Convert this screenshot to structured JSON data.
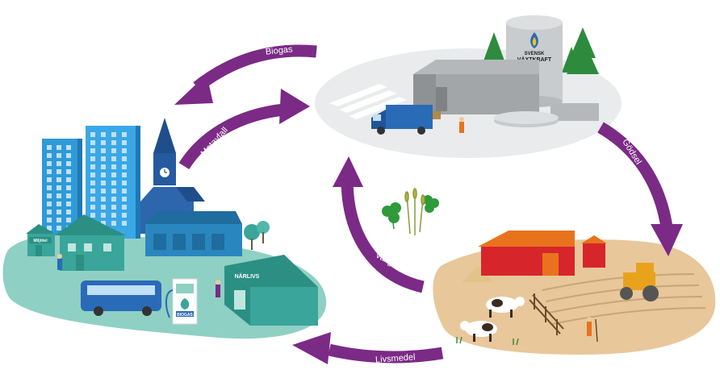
{
  "flows": {
    "biogas": "Biogas",
    "matavfall": "Matavfall",
    "godsel": "Gödsel",
    "vallgrodor": "Vallgrödor",
    "livsmedel": "Livsmedel"
  },
  "plant": {
    "logo_line1": "SVENSK",
    "logo_line2": "VÄXTKRAFT"
  },
  "town": {
    "shop_sign": "NÄRLIVS",
    "small_building_sign": "Miljötel",
    "pump_sign": "BIOGAS"
  },
  "colors": {
    "arrow": "#7b2a86",
    "town_ground": "#8fd0c4",
    "farm_ground": "#e8c79a",
    "plant_ground": "#e8eaeb",
    "building_blue": "#2f9ad8",
    "teal_house": "#3aa59a",
    "barn_red": "#d6262b",
    "truck_blue": "#2a6bb8"
  }
}
